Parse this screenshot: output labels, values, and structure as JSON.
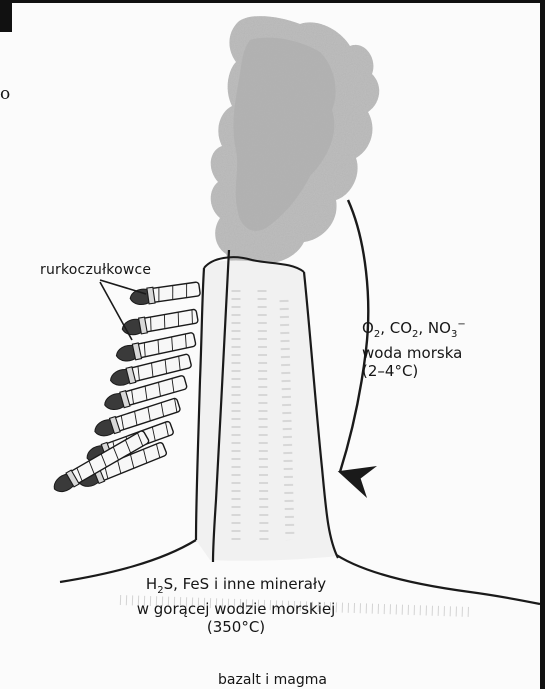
{
  "figure": {
    "corner_fragment": "o",
    "tubeworm_label": "rurkoczułkowce",
    "cold_water": {
      "chem_parts": [
        {
          "text": "O"
        },
        {
          "text": "2",
          "sub": true
        },
        {
          "text": ", CO"
        },
        {
          "text": "2",
          "sub": true
        },
        {
          "text": ", NO"
        },
        {
          "text": "3",
          "sub": true
        },
        {
          "text": "−",
          "sup": true
        }
      ],
      "line2": "woda morska",
      "line3": "(2–4°C)"
    },
    "hot_water": {
      "chem_parts": [
        {
          "text": "H"
        },
        {
          "text": "2",
          "sub": true
        },
        {
          "text": "S, FeS i inne minerały"
        }
      ],
      "line2": "w gorącej wodzie morskiej",
      "line3": "(350°C)"
    },
    "bottom_label": "bazalt i magma"
  },
  "colors": {
    "ink": "#1a1a1a",
    "plume": "#b9b9b9",
    "chimney_shade": "#e6e6e6",
    "worm_plume": "#3a3a3a"
  }
}
